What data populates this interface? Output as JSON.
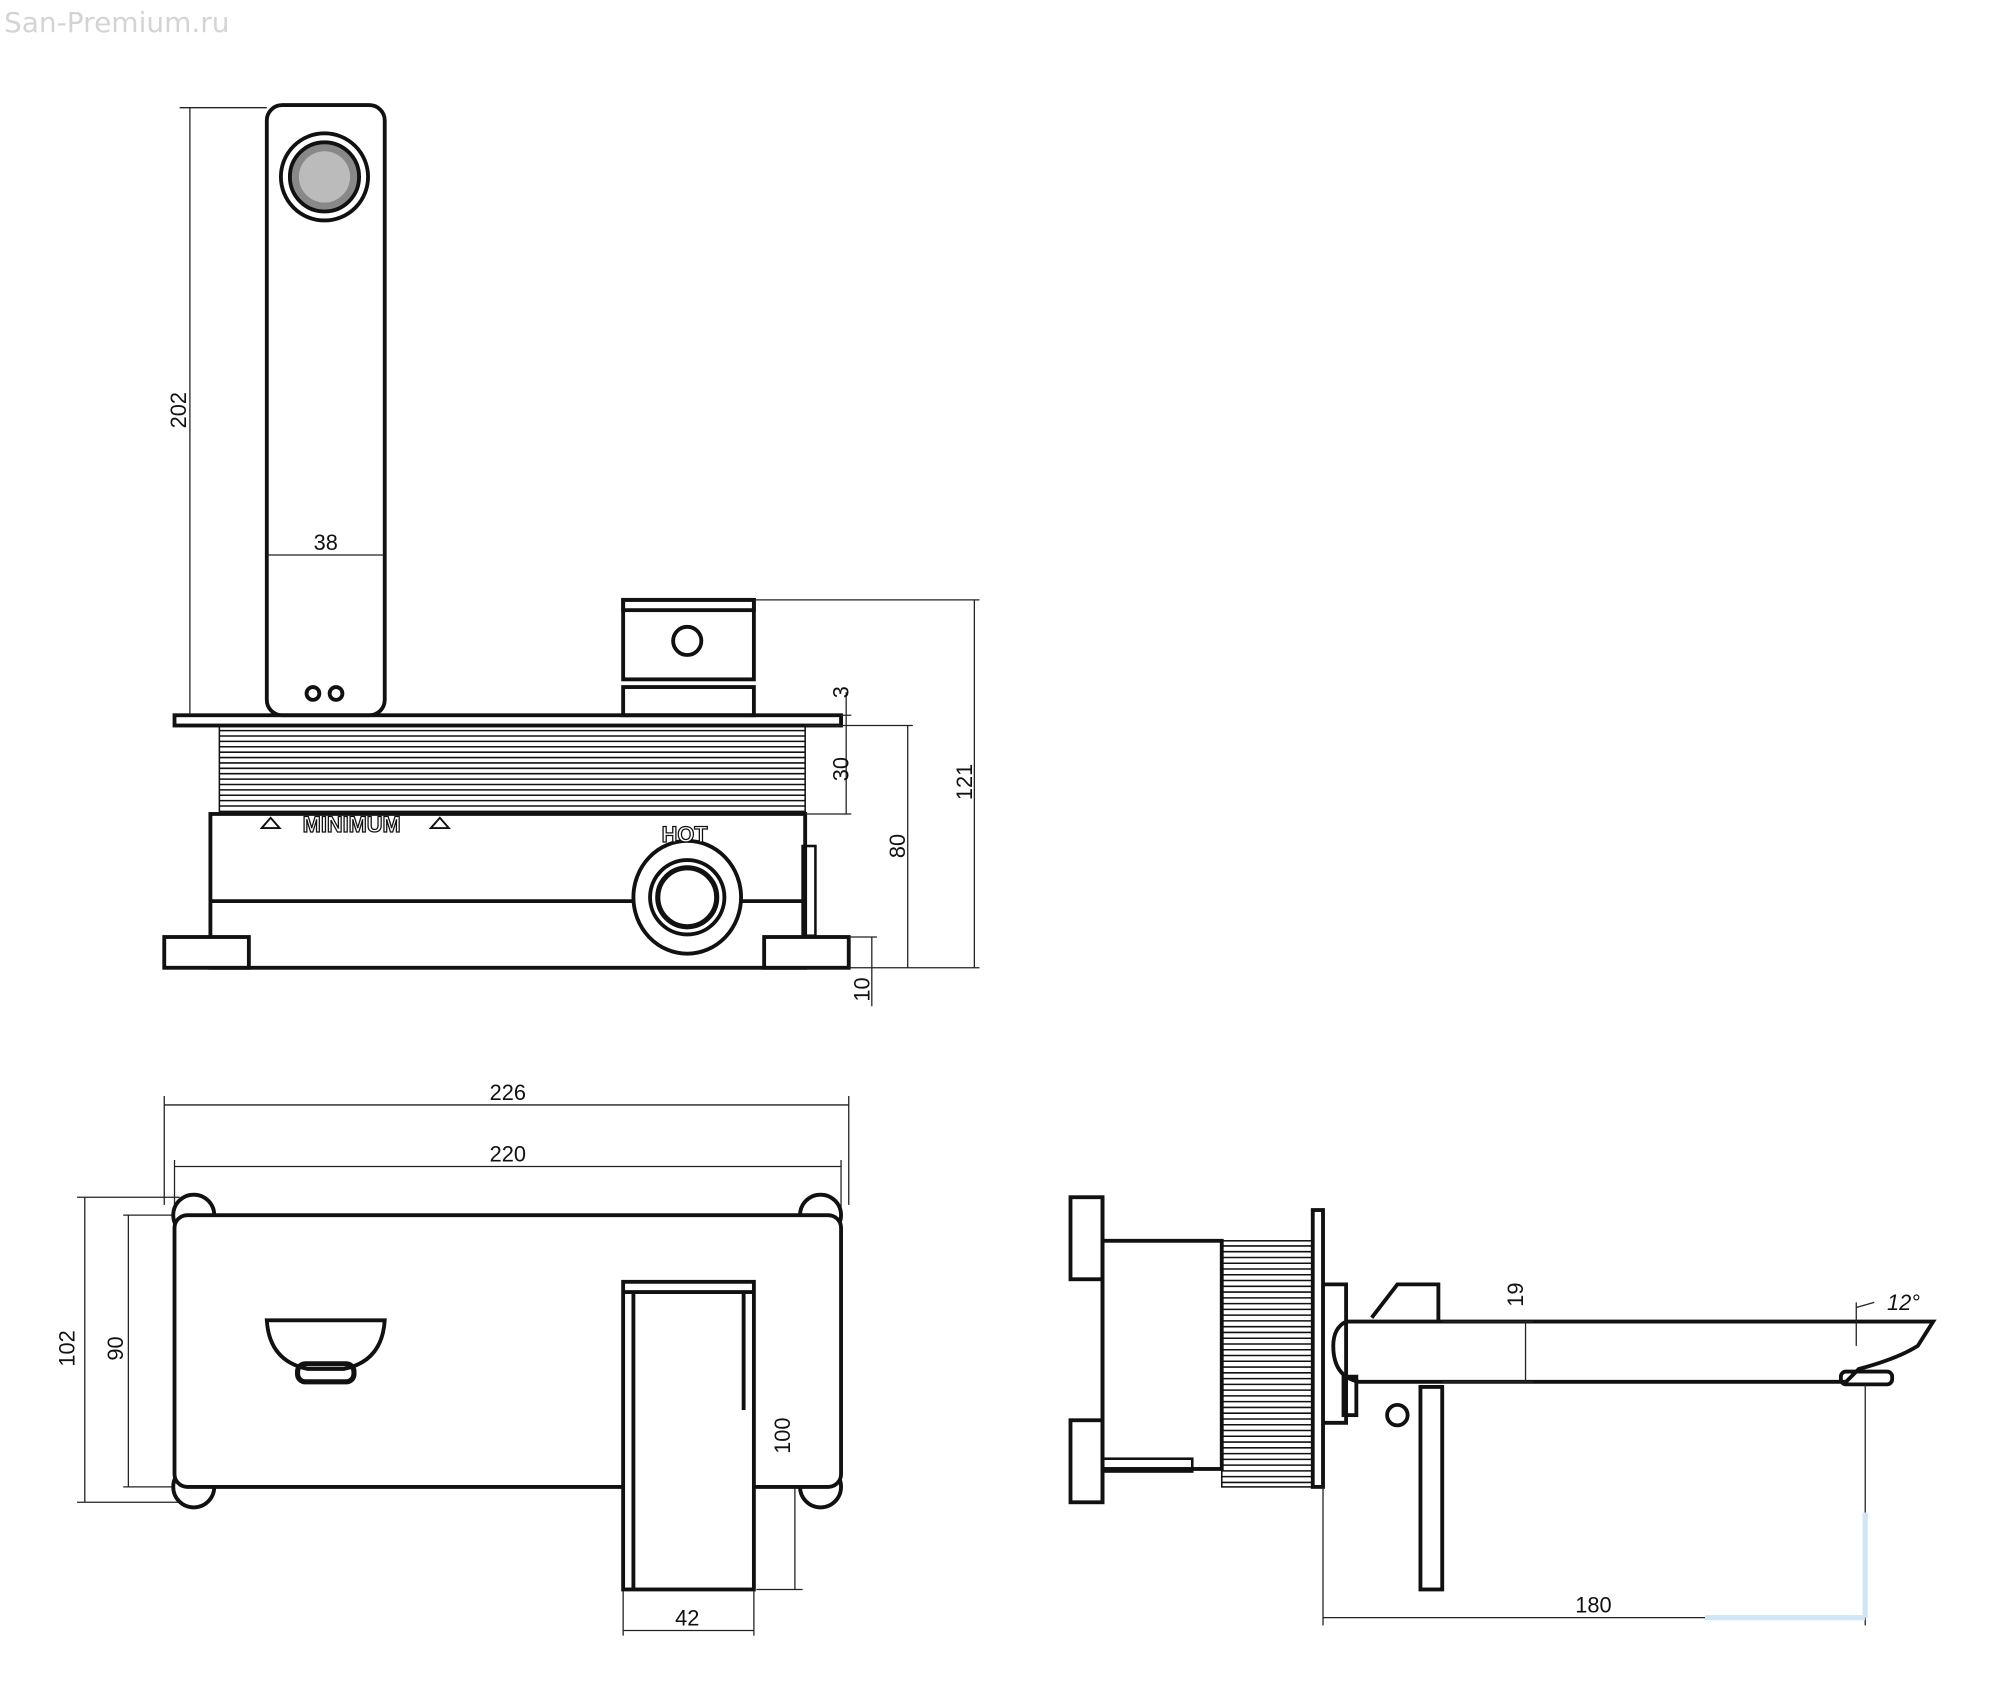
{
  "watermark": "San-Premium.ru",
  "front_view": {
    "markings": {
      "minimum": "MINIMUM",
      "hot": "HOT"
    },
    "dimensions": {
      "spout_height": "202",
      "spout_width": "38",
      "plate": "3",
      "thread": "30",
      "box": "80",
      "total": "121",
      "feet": "10"
    }
  },
  "plan_view": {
    "dimensions": {
      "outer_width": "226",
      "plate_width": "220",
      "outer_height": "102",
      "plate_height": "90",
      "handle_length": "100",
      "handle_width": "42"
    }
  },
  "side_view": {
    "dimensions": {
      "spout_thickness": "19",
      "angle": "12°",
      "projection": "180"
    }
  }
}
